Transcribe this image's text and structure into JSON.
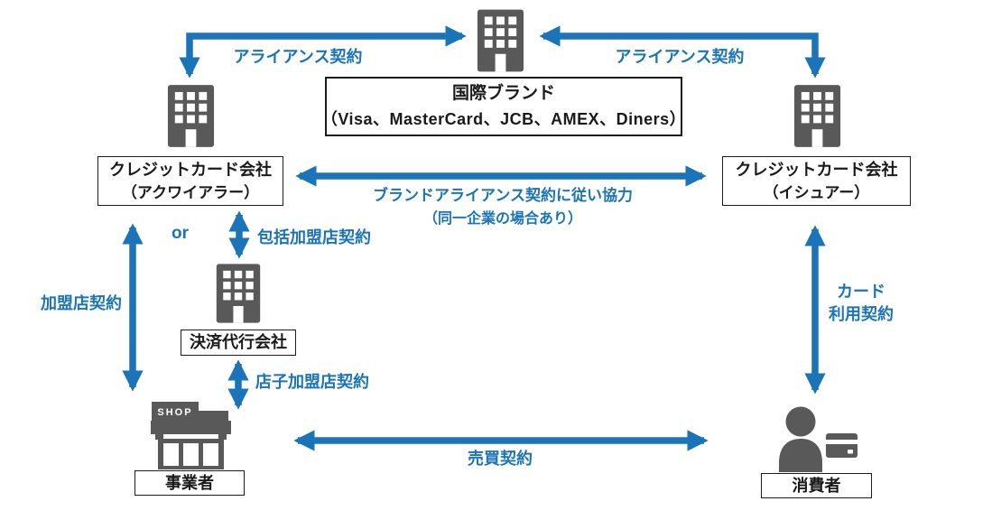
{
  "colors": {
    "accent_blue": "#1b74b8",
    "icon_gray": "#595959",
    "box_border": "#1c1c1c"
  },
  "nodes": {
    "brand": {
      "name": "国際ブランド",
      "brands": "（Visa、MasterCard、JCB、AMEX、Diners）"
    },
    "acquirer": {
      "line1": "クレジットカード会社",
      "line2": "（アクワイアラー）"
    },
    "issuer": {
      "line1": "クレジットカード会社",
      "line2": "（イシュアー）"
    },
    "psp": {
      "name": "決済代行会社"
    },
    "merchant": {
      "name": "事業者",
      "shop_sign": "SHOP"
    },
    "consumer": {
      "name": "消費者"
    }
  },
  "edges": {
    "alliance_left": {
      "label": "アライアンス契約"
    },
    "alliance_right": {
      "label": "アライアンス契約"
    },
    "brand_cooperation": {
      "label_line1": "ブランドアライアンス契約に従い協力",
      "label_line2": "（同一企業の場合あり）"
    },
    "or_label": "or",
    "bulk_merchant": {
      "label": "包括加盟店契約"
    },
    "merchant_contract": {
      "label": "加盟店契約"
    },
    "tenant_merchant": {
      "label": "店子加盟店契約"
    },
    "sales_contract": {
      "label": "売買契約"
    },
    "card_usage": {
      "label_line1": "カード",
      "label_line2": "利用契約"
    }
  }
}
